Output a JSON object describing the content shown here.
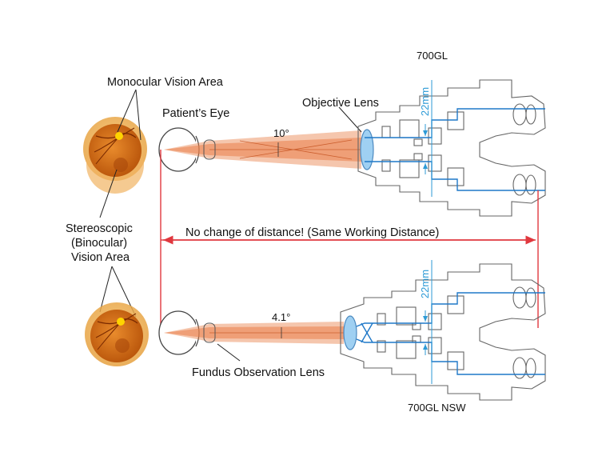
{
  "labels": {
    "monocular": "Monocular Vision Area",
    "patient_eye": "Patient’s Eye",
    "objective_lens": "Objective Lens",
    "stereo_line1": "Stereoscopic",
    "stereo_line2": "(Binocular)",
    "stereo_line3": "Vision Area",
    "distance_note": "No change of distance! (Same Working Distance)",
    "fundus_lens": "Fundus Observation Lens",
    "model_top": "700GL",
    "model_bottom": "700GL NSW",
    "angle_top": "10°",
    "angle_bottom": "4.1°",
    "dim_top": "22mm",
    "dim_bottom": "22mm"
  },
  "colors": {
    "beam": "#e9804a",
    "optical_axis": "#1f78c8",
    "distance_line": "#e0383f",
    "lens_fill": "#9fd0f2",
    "retina": "#d8730d",
    "outline": "#666666"
  }
}
